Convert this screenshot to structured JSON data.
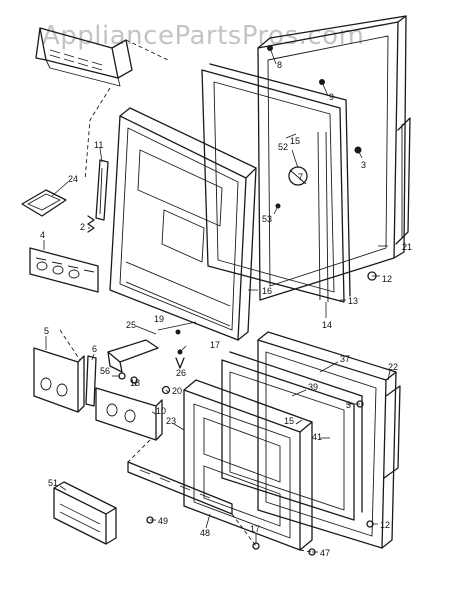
{
  "watermark": "AppliancePartsPros.com",
  "callouts": [
    "8",
    "9",
    "3",
    "52",
    "7",
    "53",
    "21",
    "12",
    "13",
    "14",
    "15",
    "16",
    "11",
    "24",
    "2",
    "4",
    "25",
    "19",
    "17",
    "26",
    "5",
    "6",
    "56",
    "18",
    "20",
    "10",
    "23",
    "22",
    "37",
    "39",
    "15",
    "41",
    "3",
    "51",
    "49",
    "48",
    "17",
    "47",
    "12"
  ],
  "colors": {
    "ink": "#1a1a1a",
    "background": "#ffffff",
    "watermark": "#c4c4c4"
  }
}
